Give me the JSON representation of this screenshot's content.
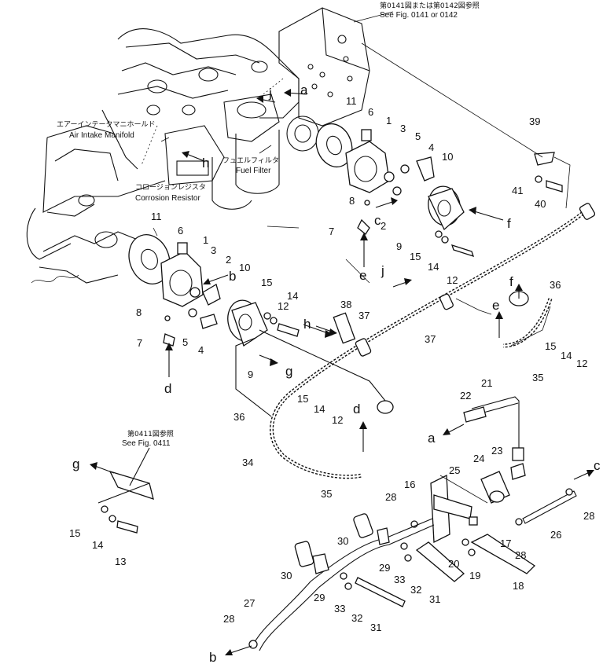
{
  "callouts": {
    "fig_ref_top_jp": "第0141図または第0142図参照",
    "fig_ref_top_en": "See Fig. 0141 or 0142",
    "air_intake_jp": "エアーインテークマニホールド",
    "air_intake_en": "Air Intake Manifold",
    "fuel_filter_jp": "フュエルフィルタ",
    "fuel_filter_en": "Fuel Filter",
    "corrosion_jp": "コロージョンレジスタ",
    "corrosion_en": "Corrosion Resistor",
    "fig_ref_bottom_jp": "第0411図参照",
    "fig_ref_bottom_en": "See Fig. 0411"
  },
  "part_numbers": [
    "1",
    "1",
    "2",
    "2",
    "3",
    "3",
    "4",
    "4",
    "5",
    "5",
    "6",
    "6",
    "7",
    "7",
    "8",
    "8",
    "9",
    "9",
    "10",
    "10",
    "11",
    "11",
    "12",
    "12",
    "12",
    "12",
    "13",
    "14",
    "14",
    "14",
    "14",
    "14",
    "15",
    "15",
    "15",
    "15",
    "15",
    "16",
    "17",
    "18",
    "19",
    "20",
    "21",
    "22",
    "23",
    "24",
    "25",
    "26",
    "27",
    "28",
    "28",
    "28",
    "28",
    "29",
    "29",
    "30",
    "30",
    "31",
    "31",
    "32",
    "32",
    "33",
    "33",
    "34",
    "35",
    "35",
    "36",
    "36",
    "37",
    "37",
    "38",
    "39",
    "40",
    "41"
  ],
  "connection_letters": [
    "a",
    "a",
    "b",
    "b",
    "c",
    "c",
    "d",
    "d",
    "e",
    "e",
    "f",
    "f",
    "g",
    "g",
    "h",
    "h",
    "j",
    "j"
  ],
  "icons": [
    "arrow-icon",
    "hose-icon",
    "bolt-icon",
    "washer-icon",
    "bracket-icon",
    "elbow-icon"
  ]
}
